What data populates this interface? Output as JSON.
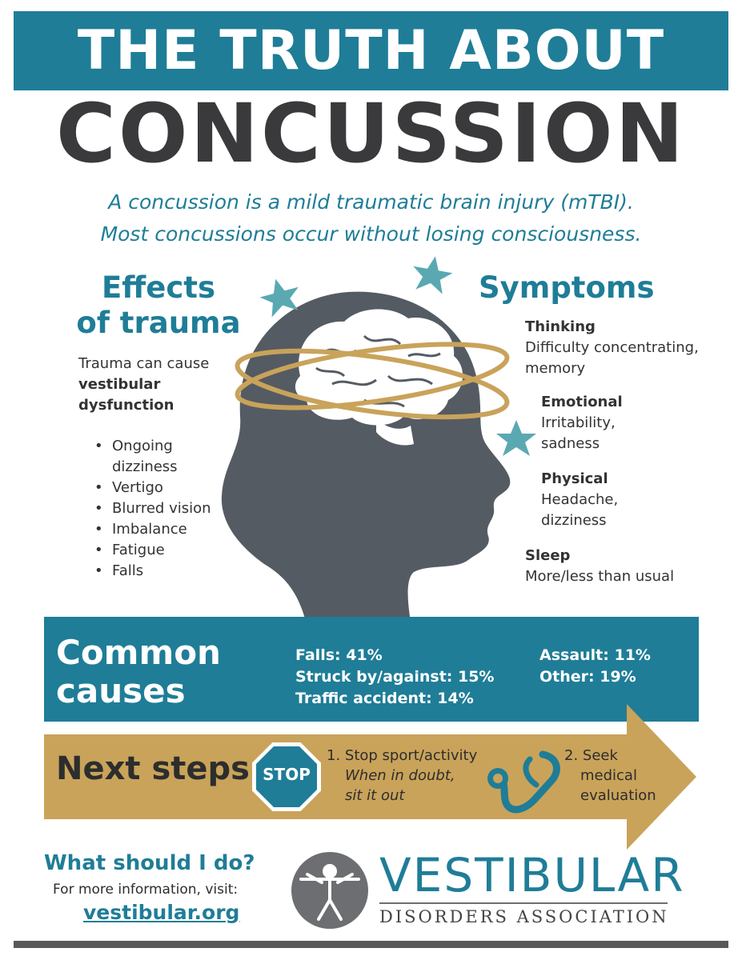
{
  "header": {
    "banner_title": "THE TRUTH ABOUT",
    "main_title": "CONCUSSION"
  },
  "intro": {
    "line1": "A concussion is a mild traumatic brain injury (mTBI).",
    "line2": "Most concussions occur without losing consciousness."
  },
  "effects": {
    "heading_line1": "Effects",
    "heading_line2": "of trauma",
    "desc_line1": "Trauma can cause",
    "desc_bold_line1": "vestibular",
    "desc_bold_line2": "dysfunction",
    "items": [
      "Ongoing",
      "dizziness",
      "Vertigo",
      "Blurred vision",
      "Imbalance",
      "Fatigue",
      "Falls"
    ]
  },
  "symptoms": {
    "heading": "Symptoms",
    "groups": [
      {
        "title": "Thinking",
        "line1": "Difficulty concentrating,",
        "line2": "memory"
      },
      {
        "title": "Emotional",
        "line1": "Irritability,",
        "line2": "sadness"
      },
      {
        "title": "Physical",
        "line1": "Headache,",
        "line2": "dizziness"
      },
      {
        "title": "Sleep",
        "line1": "More/less than usual",
        "line2": ""
      }
    ]
  },
  "causes": {
    "heading_line1": "Common",
    "heading_line2": "causes",
    "col1": [
      "Falls: 41%",
      "Struck by/against: 15%",
      "Traffic accident: 14%"
    ],
    "col2": [
      "Assault: 11%",
      "Other: 19%"
    ]
  },
  "next_steps": {
    "heading": "Next steps",
    "stop_sign": "STOP",
    "step1_title": "1. Stop sport/activity",
    "step1_line1": "When in doubt,",
    "step1_line2": "sit it out",
    "step2_line1": "2. Seek",
    "step2_line2": "medical",
    "step2_line3": "evaluation"
  },
  "footer": {
    "question": "What should I do?",
    "info": "For more information, visit:",
    "link": "vestibular.org",
    "org_name": "VESTIBULAR",
    "org_subtitle": "DISORDERS ASSOCIATION"
  },
  "colors": {
    "teal": "#1f7d97",
    "dark_gray": "#3a3a3c",
    "head_gray": "#555b63",
    "gold": "#c9a35a",
    "star_teal": "#5aa9b2"
  },
  "icons": [
    "star-icon",
    "head-icon",
    "brain-icon",
    "orbit-ring-icon",
    "stop-sign-icon",
    "stethoscope-icon",
    "vitruvian-man-icon",
    "arrow-icon"
  ]
}
